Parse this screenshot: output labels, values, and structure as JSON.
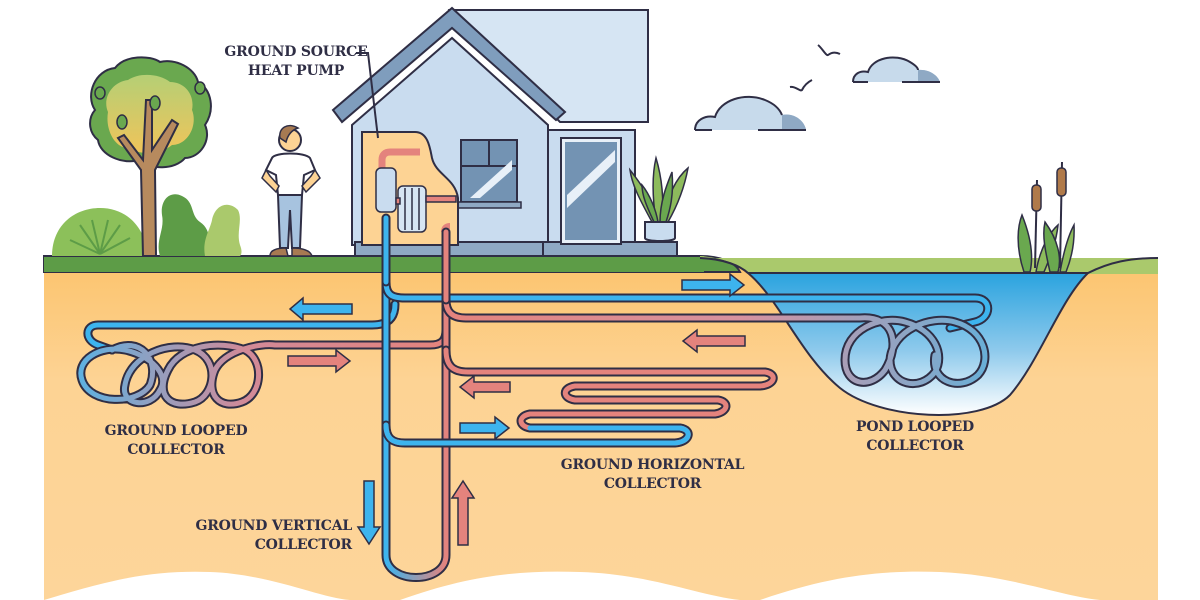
{
  "title": "Ground source heat pump collector types",
  "labels": {
    "heat_pump": {
      "line1": "GROUND SOURCE",
      "line2": "HEAT PUMP"
    },
    "ground_looped": {
      "line1": "GROUND LOOPED",
      "line2": "COLLECTOR"
    },
    "ground_horizontal": {
      "line1": "GROUND HORIZONTAL",
      "line2": "COLLECTOR"
    },
    "pond_looped": {
      "line1": "POND LOOPED",
      "line2": "COLLECTOR"
    },
    "ground_vertical": {
      "line1": "GROUND VERTICAL",
      "line2": "COLLECTOR"
    }
  },
  "colors": {
    "soil": "#fdd394",
    "soil_dark": "#fcc46e",
    "grass": "#5d9c47",
    "grass_light": "#aac96c",
    "water": "#38a7de",
    "cold_pipe": "#3db4ee",
    "warm_pipe": "#e4837d",
    "outline": "#2f2e45",
    "house_wall": "#c9dcef",
    "house_roof": "#7f9dbd",
    "sky_cloud": "#c7daeb"
  },
  "icons": [
    "tree-icon",
    "bush-icon",
    "person-icon",
    "house-icon",
    "heat-pump-icon",
    "plant-pot-icon",
    "cloud-icon",
    "bird-icon",
    "cattail-icon",
    "flow-arrow-icon"
  ]
}
